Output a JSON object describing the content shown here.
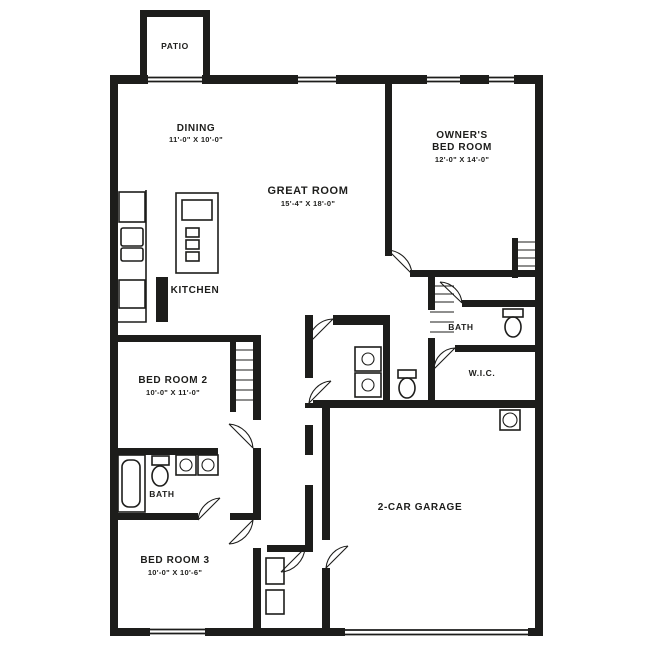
{
  "drawing": {
    "type": "residential-floor-plan",
    "wall_color": "#1d1d1b",
    "background_color": "#ffffff"
  },
  "rooms": {
    "patio": {
      "name": "PATIO"
    },
    "dining": {
      "name": "DINING",
      "dims": "11'-0\" X 10'-0\""
    },
    "kitchen": {
      "name": "KITCHEN"
    },
    "great_room": {
      "name": "GREAT ROOM",
      "dims": "15'-4\" X 18'-0\""
    },
    "owners_suite": {
      "name_line1": "OWNER'S",
      "name_line2": "BED ROOM",
      "dims": "12'-0\" X 14'-0\""
    },
    "owners_bath": {
      "name": "BATH"
    },
    "wic": {
      "name": "W.I.C."
    },
    "bedroom2": {
      "name": "BED ROOM 2",
      "dims": "10'-0\" X 11'-0\""
    },
    "bath2": {
      "name": "BATH"
    },
    "bedroom3": {
      "name": "BED ROOM 3",
      "dims": "10'-0\" X 10'-6\""
    },
    "garage": {
      "name": "2-CAR GARAGE"
    }
  },
  "fixtures": {
    "kitchen_island": "island",
    "kitchen_sink": "double-sink",
    "refrigerator": "refrigerator",
    "range": "range",
    "bathtub": "bathtub",
    "toilets": "toilet",
    "vanity": "vanity-sinks",
    "washer_dryer": "washer-dryer",
    "water_heater": "water-heater",
    "closet_shelves": "shelving"
  }
}
